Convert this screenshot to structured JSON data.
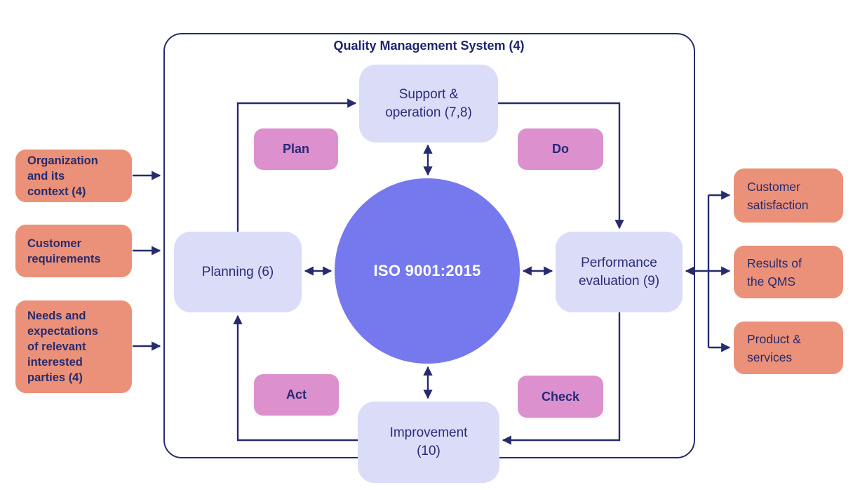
{
  "colors": {
    "line_navy": "#262b6e",
    "text_navy": "#2a2d78",
    "title_navy": "#1e2470",
    "circle_blue": "#7579ed",
    "process_lavender": "#dadcf8",
    "pdca_pink": "#dc90ce",
    "io_salmon": "#eb9179",
    "circle_text": "#ffffff"
  },
  "qms": {
    "title": "Quality Management System (4)"
  },
  "circle": {
    "label": "ISO 9001:2015"
  },
  "process": {
    "support": {
      "line1": "Support &",
      "line2": "operation (7,8)"
    },
    "planning": {
      "label": "Planning (6)"
    },
    "performance": {
      "line1": "Performance",
      "line2": "evaluation (9)"
    },
    "improvement": {
      "line1": "Improvement",
      "line2": "(10)"
    }
  },
  "pdca": {
    "plan": "Plan",
    "do": "Do",
    "check": "Check",
    "act": "Act"
  },
  "inputs": [
    {
      "lines": [
        "Organization",
        "and its",
        "context (4)"
      ]
    },
    {
      "lines": [
        "Customer",
        "requirements"
      ]
    },
    {
      "lines": [
        "Needs and",
        "expectations",
        "of relevant",
        "interested",
        "parties (4)"
      ]
    }
  ],
  "outputs": [
    {
      "lines": [
        "Customer",
        "satisfaction"
      ]
    },
    {
      "lines": [
        "Results of",
        "the QMS"
      ]
    },
    {
      "lines": [
        "Product &",
        "services"
      ]
    }
  ]
}
